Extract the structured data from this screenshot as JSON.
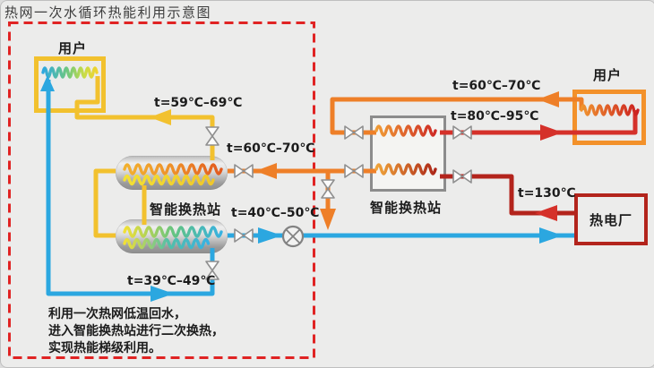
{
  "title": "热网一次水循环热能利用示意图",
  "colors": {
    "yellow": "#f2c12e",
    "orange": "#ee7f28",
    "orange_box": "#f3912a",
    "red": "#d5312a",
    "dark_red": "#b3241c",
    "blue": "#2ba7e0",
    "dashed": "#e02323",
    "valve": "#8f8f8f",
    "text": "#1c1c1c"
  },
  "left_zone": {
    "user_label": "用户",
    "station_label": "智能换热站",
    "temps": {
      "user_supply": "t=59℃–69℃",
      "primary_in": "t=60℃–70℃",
      "primary_out": "t=40℃–50℃",
      "user_return": "t=39℃–49℃"
    },
    "note_lines": [
      "利用一次热网低温回水，",
      "进入智能换热站进行二次换热，",
      "实现热能梯级利用。"
    ]
  },
  "right_zone": {
    "user_label": "用户",
    "station_label": "智能换热站",
    "plant_label": "热电厂",
    "temps": {
      "user_return": "t=60℃–70℃",
      "user_supply": "t=80℃–95℃",
      "plant_supply": "t=130℃"
    }
  }
}
